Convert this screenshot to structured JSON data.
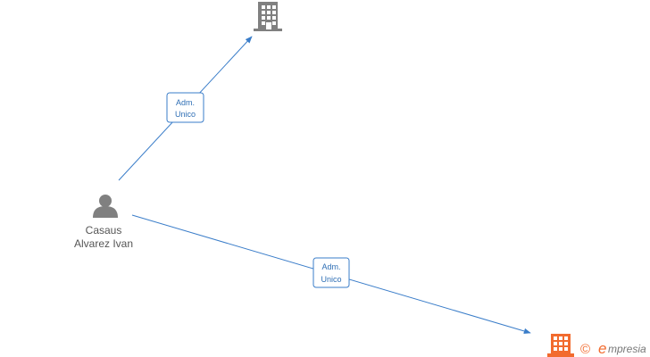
{
  "person": {
    "name_line1": "Casaus",
    "name_line2": "Alvarez Ivan",
    "icon": "person-icon"
  },
  "companies": [
    {
      "icon": "building-icon",
      "color": "#808080"
    },
    {
      "icon": "building-icon",
      "color": "#f26b2e"
    }
  ],
  "edges": [
    {
      "label_line1": "Adm.",
      "label_line2": "Unico"
    },
    {
      "label_line1": "Adm.",
      "label_line2": "Unico"
    }
  ],
  "colors": {
    "edge": "#3a7dc9",
    "label_text": "#2f6fb5",
    "person_icon": "#808080",
    "watermark": "#f26b2e"
  },
  "watermark": {
    "copyright": "©",
    "brand_initial": "e",
    "brand_rest": "mpresia"
  }
}
